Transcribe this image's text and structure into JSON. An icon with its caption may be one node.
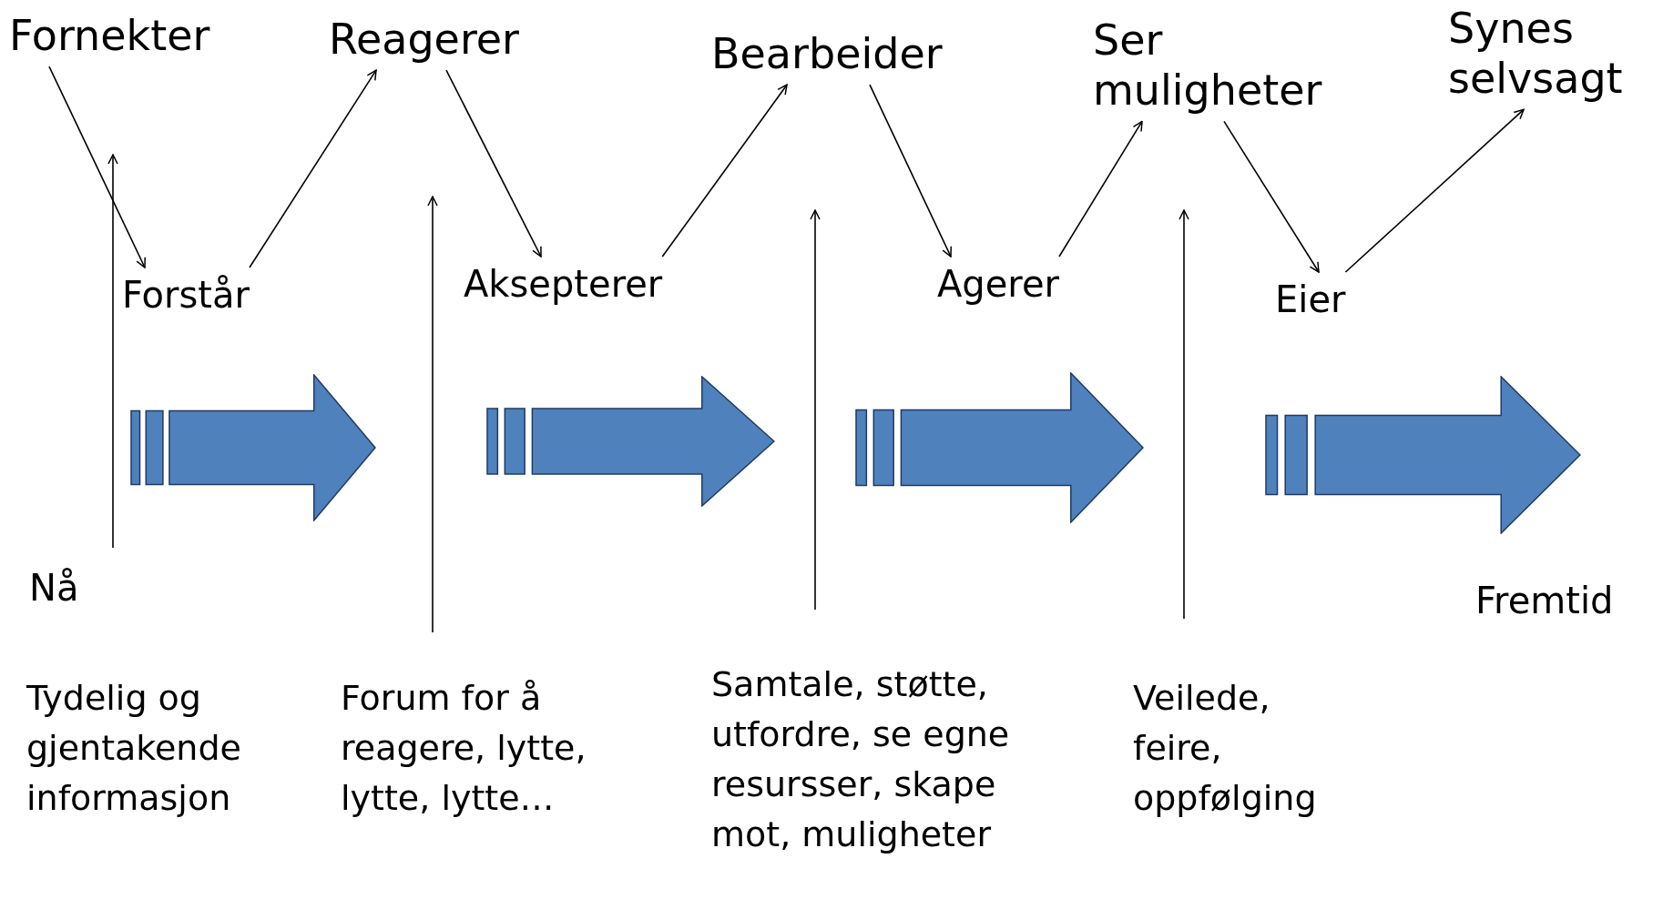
{
  "diagram": {
    "nodes": [
      {
        "text": [
          "Fornekter"
        ]
      },
      {
        "text": [
          "Reagerer"
        ]
      },
      {
        "text": [
          "Bearbeider"
        ]
      },
      {
        "text": [
          "Ser muligheter"
        ]
      },
      {
        "text": [
          "Synes selvsagt"
        ]
      },
      {
        "text": [
          "Forstår"
        ]
      },
      {
        "text": [
          "Aksepterer"
        ]
      },
      {
        "text": [
          "Agerer"
        ]
      },
      {
        "text": [
          "Eier"
        ]
      },
      {
        "text": [],
        "shape": "arrow"
      },
      {
        "text": [],
        "shape": "arrow"
      },
      {
        "text": [],
        "shape": "arrow"
      },
      {
        "text": [],
        "shape": "arrow"
      },
      {
        "text": [
          "Nå"
        ]
      },
      {
        "text": [
          "Forum for å reagere, lytte, lytte, lytte…"
        ]
      },
      {
        "text": [
          "Samtale, støtte, utfordre, se egne resursser, skape mot, muligheter"
        ]
      },
      {
        "text": [
          "Veilede, feire, oppfølging"
        ]
      }
    ],
    "edges": [
      {
        "from": 0,
        "to": 5,
        "arrow": "to"
      },
      {
        "from": 5,
        "to": 1,
        "arrow": "to"
      },
      {
        "from": 1,
        "to": 6,
        "arrow": "to"
      },
      {
        "from": 6,
        "to": 2,
        "arrow": "to"
      },
      {
        "from": 2,
        "to": 7,
        "arrow": "to"
      },
      {
        "from": 7,
        "to": 3,
        "arrow": "to"
      },
      {
        "from": 3,
        "to": 8,
        "arrow": "to"
      },
      {
        "from": 8,
        "to": 4,
        "arrow": "to"
      },
      {
        "from": 13,
        "to": null,
        "arrow": "to"
      },
      {
        "from": 14,
        "to": null,
        "arrow": "to"
      },
      {
        "from": 15,
        "to": null,
        "arrow": "to"
      },
      {
        "from": 16,
        "to": null,
        "arrow": "to"
      }
    ],
    "labels": [
      "Fremtid",
      "Tydelig og gjentakende informasjon"
    ]
  }
}
